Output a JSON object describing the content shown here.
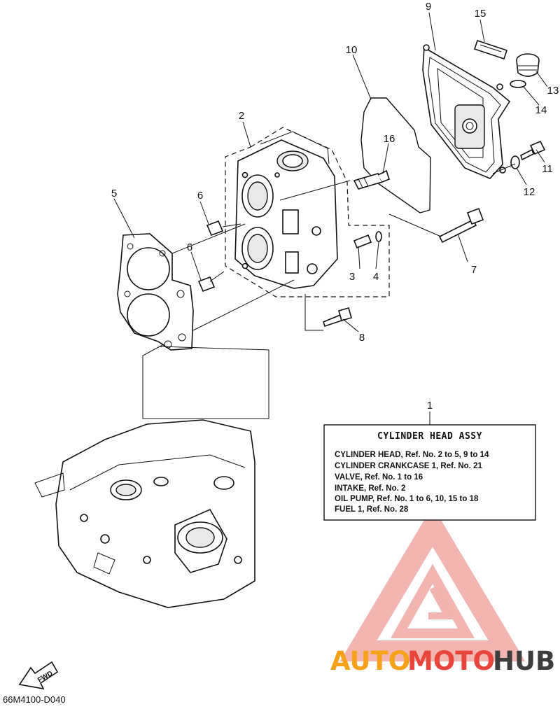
{
  "diagram_code": "66M4100-D040",
  "fwd_label": "FWD",
  "callouts": [
    "1",
    "2",
    "3",
    "4",
    "5",
    "6",
    "6",
    "7",
    "8",
    "9",
    "10",
    "11",
    "12",
    "13",
    "14",
    "15",
    "16"
  ],
  "info_box": {
    "title": "CYLINDER HEAD ASSY",
    "lines": [
      "CYLINDER HEAD,  Ref. No. 2 to 5, 9 to 14",
      "CYLINDER CRANKCASE 1,  Ref. No. 21",
      "VALVE,  Ref. No. 1 to 16",
      "INTAKE, Ref. No. 2",
      "OIL PUMP, Ref. No. 1 to 6, 10, 15 to 18",
      "FUEL 1,  Ref. No. 28"
    ]
  },
  "watermark": {
    "text_part1": "AUTO",
    "text_part2": "MOTO",
    "text_part3": "HUB",
    "color_orange": "#f7a11a",
    "color_red": "#e8453c",
    "color_dark": "#3d3d3d",
    "logo_color": "#f2a9a4"
  }
}
